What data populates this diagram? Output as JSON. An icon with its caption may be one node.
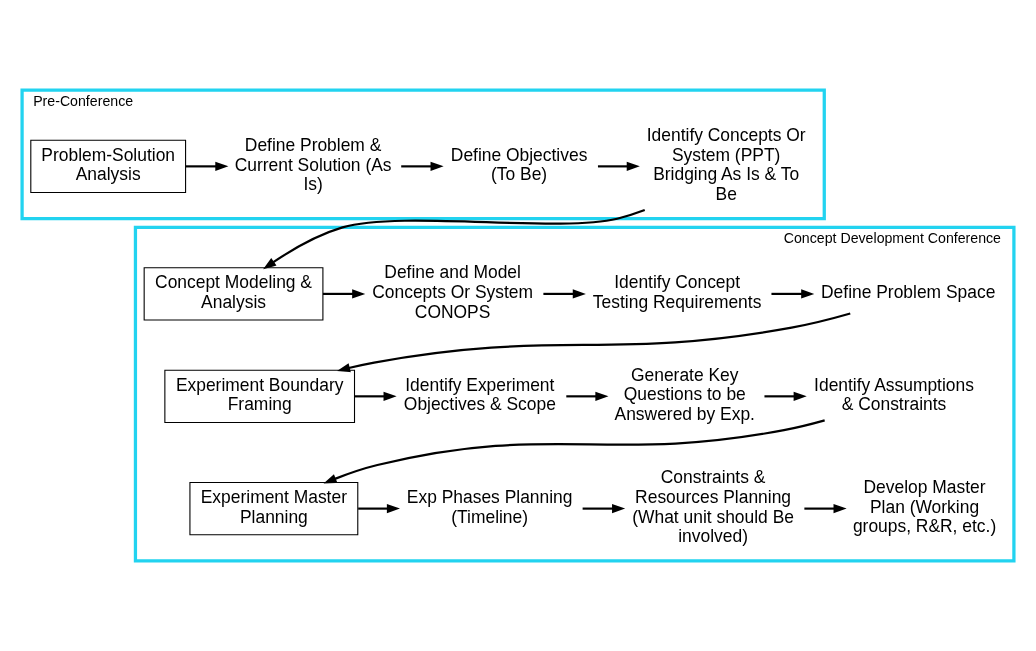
{
  "diagram": {
    "nodes": [
      {
        "text": [
          "Pre-Conference"
        ]
      },
      {
        "text": [
          "Problem-Solution Analysis"
        ],
        "in": 0
      },
      {
        "text": [
          "Define Problem & Current Solution (As Is)"
        ],
        "in": 0
      },
      {
        "text": [
          "Define Objectives (To Be)"
        ],
        "in": 0
      },
      {
        "text": [
          "Identify Concepts Or System (PPT) Bridging As Is & To Be"
        ],
        "in": 0
      },
      {
        "text": [
          "Concept Development Conference"
        ]
      },
      {
        "text": [
          "Concept Modeling & Analysis"
        ],
        "in": 5
      },
      {
        "text": [
          "Define and Model Concepts Or System CONOPS"
        ],
        "in": 5
      },
      {
        "text": [
          "Identify Concept Testing Requirements"
        ],
        "in": 5
      },
      {
        "text": [
          "Define Problem Space"
        ],
        "in": 5
      },
      {
        "text": [
          "Experiment Boundary Framing"
        ],
        "in": 5
      },
      {
        "text": [
          "Identify Experiment Objectives & Scope"
        ],
        "in": 5
      },
      {
        "text": [
          "Generate Key Questions to be Answered by Exp."
        ],
        "in": 5
      },
      {
        "text": [
          "Identify Assumptions & Constraints"
        ],
        "in": 5
      },
      {
        "text": [
          "Experiment Master Planning"
        ],
        "in": 5
      },
      {
        "text": [
          "Exp Phases Planning (Timeline)"
        ],
        "in": 5
      },
      {
        "text": [
          "Constraints & Resources Planning (What unit should Be involved)"
        ],
        "in": 5
      },
      {
        "text": [
          "Develop Master Plan (Working groups, R&R, etc.)"
        ],
        "in": 5
      }
    ],
    "edges": [
      {
        "from": 1,
        "to": 2,
        "arrow": "to"
      },
      {
        "from": 2,
        "to": 3,
        "arrow": "to"
      },
      {
        "from": 3,
        "to": 4,
        "arrow": "to"
      },
      {
        "from": 4,
        "to": 6,
        "arrow": "to"
      },
      {
        "from": 6,
        "to": 7,
        "arrow": "to"
      },
      {
        "from": 7,
        "to": 8,
        "arrow": "to"
      },
      {
        "from": 8,
        "to": 9,
        "arrow": "to"
      },
      {
        "from": 9,
        "to": 10,
        "arrow": "to"
      },
      {
        "from": 10,
        "to": 11,
        "arrow": "to"
      },
      {
        "from": 11,
        "to": 12,
        "arrow": "to"
      },
      {
        "from": 12,
        "to": 13,
        "arrow": "to"
      },
      {
        "from": 13,
        "to": 14,
        "arrow": "to"
      },
      {
        "from": 14,
        "to": 15,
        "arrow": "to"
      },
      {
        "from": 15,
        "to": 16,
        "arrow": "to"
      },
      {
        "from": 16,
        "to": 17,
        "arrow": "to"
      }
    ]
  }
}
